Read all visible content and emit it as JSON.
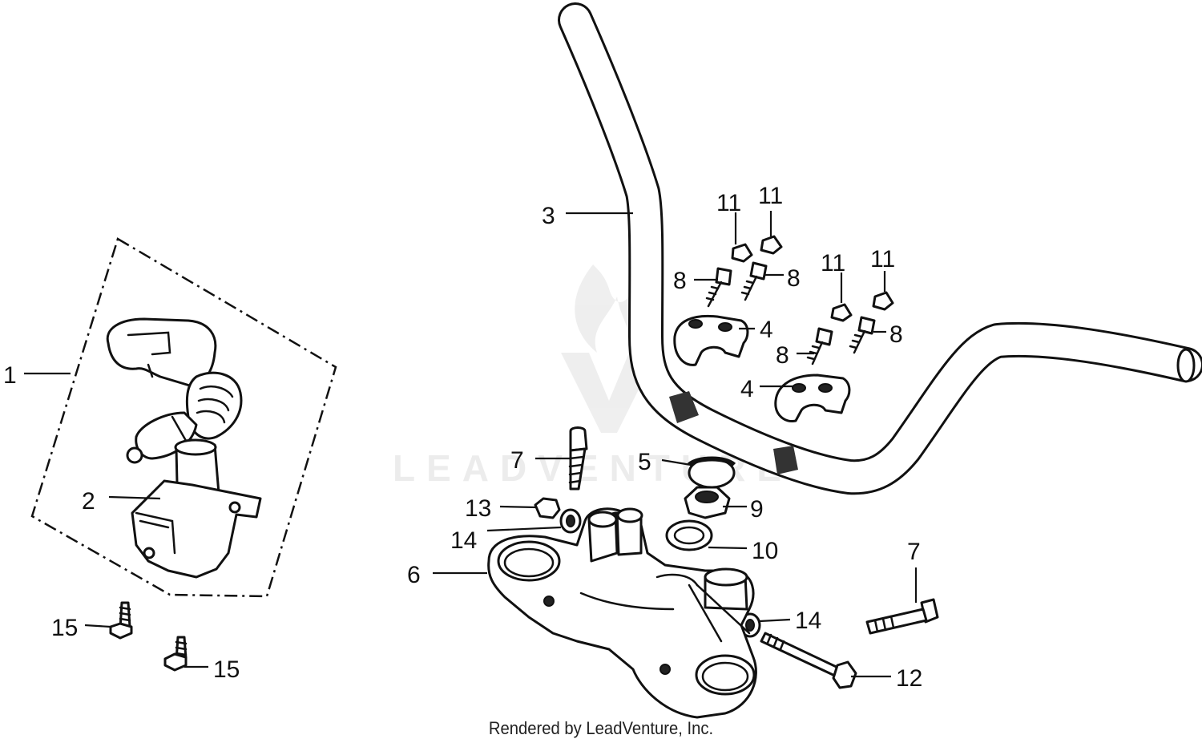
{
  "watermark": {
    "text": "LEADVENTURE"
  },
  "footer": {
    "text": "Rendered by LeadVenture, Inc."
  },
  "callouts": {
    "c1": "1",
    "c2": "2",
    "c3": "3",
    "c4a": "4",
    "c4b": "4",
    "c5": "5",
    "c6": "6",
    "c7a": "7",
    "c7b": "7",
    "c8a": "8",
    "c8b": "8",
    "c8c": "8",
    "c8d": "8",
    "c9": "9",
    "c10": "10",
    "c11a": "11",
    "c11b": "11",
    "c11c": "11",
    "c11d": "11",
    "c12": "12",
    "c13": "13",
    "c14a": "14",
    "c14b": "14",
    "c15a": "15",
    "c15b": "15"
  }
}
